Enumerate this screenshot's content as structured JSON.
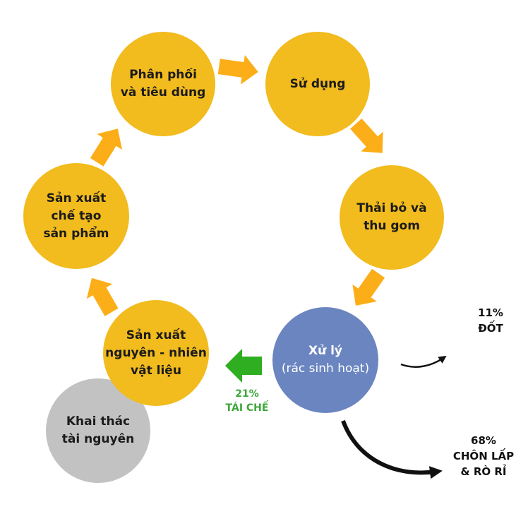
{
  "cycle_nodes": {
    "phan_phoi": {
      "line1": "Phân phối",
      "line2": "và tiêu dùng"
    },
    "su_dung": {
      "line1": "Sử dụng"
    },
    "thai_bo": {
      "line1": "Thải bỏ và",
      "line2": "thu gom"
    },
    "xu_ly": {
      "line1": "Xử lý",
      "line2": "(rác sinh hoạt)"
    },
    "san_xuat_nguyen_lieu": {
      "line1": "Sản xuất",
      "line2": "nguyên - nhiên",
      "line3": "vật liệu"
    },
    "san_xuat_che_tao": {
      "line1": "Sản xuất",
      "line2": "chế tạo",
      "line3": "sản phẩm"
    }
  },
  "khai_thac": {
    "line1": "Khai thác",
    "line2": "tài nguyên"
  },
  "outcomes": {
    "dot": {
      "percent": "11%",
      "label": "ĐỐT"
    },
    "tai_che": {
      "percent": "21%",
      "label": "TÁI CHẾ"
    },
    "chon_lap": {
      "percent": "68%",
      "line1": "CHÔN LẤP",
      "line2": "& RÒ RỈ"
    }
  },
  "colors": {
    "node_yellow": "#f2bb1e",
    "node_blue": "#6a85c0",
    "node_gray": "#c2c2c2",
    "arrow_orange": "#fcae18",
    "arrow_green": "#2fae21",
    "arrow_black": "#111111",
    "recycle_text": "#3ca83a"
  }
}
